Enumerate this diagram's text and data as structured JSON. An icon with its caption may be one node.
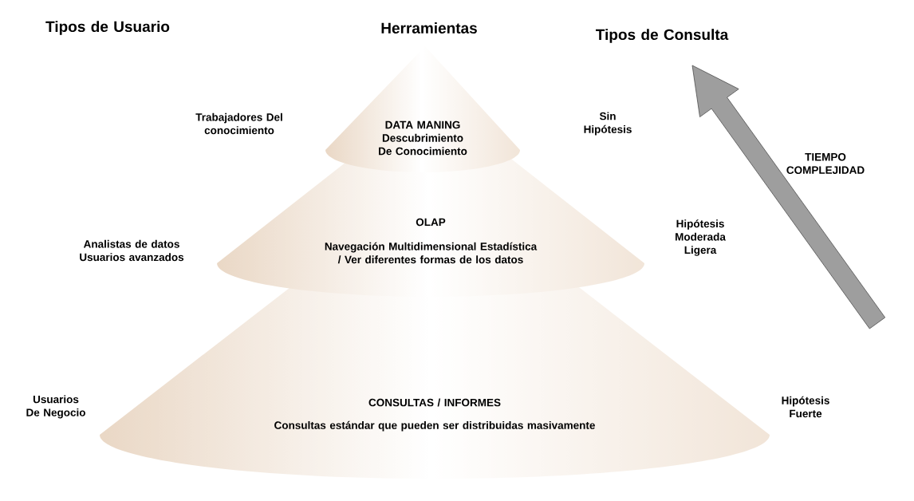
{
  "diagram": {
    "nodes": [
      {
        "text": [
          "DATA MANING",
          "Descubrimiento De Conocimiento"
        ]
      },
      {
        "text": [
          "OLAP",
          "Navegación Multidimensional Estadística / Ver diferentes formas de los datos"
        ]
      },
      {
        "text": [
          "CONSULTAS / INFORMES",
          "Consultas estándar que pueden ser distribuidas masivamente"
        ]
      }
    ],
    "labels": [
      "Tipos de Usuario",
      "Herramientas",
      "Tipos de Consulta",
      "Trabajadores Del conocimiento",
      "Sin Hipótesis",
      "TIEMPO COMPLEJIDAD",
      "Analistas de datos Usuarios avanzados",
      "Hipótesis Moderada Ligera",
      "Usuarios De Negocio",
      "Hipótesis Fuerte"
    ]
  }
}
